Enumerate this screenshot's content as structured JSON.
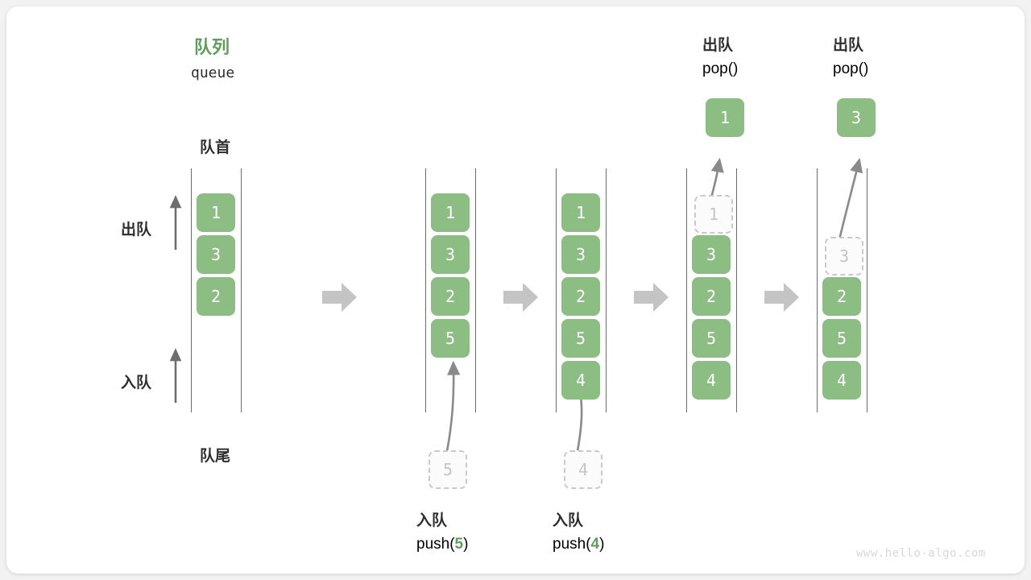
{
  "diagram": {
    "title_cn": "队列",
    "title_en": "queue",
    "head_label": "队首",
    "tail_label": "队尾",
    "dequeue_label": "出队",
    "enqueue_label": "入队",
    "watermark": "www.hello-algo.com",
    "colors": {
      "accent_green": "#8cbd82",
      "title_green": "#5f9d5a",
      "ghost_gray": "#c4c4c4",
      "rail_gray": "#4a4a4a",
      "arrow_gray": "#c4c4c4",
      "card_bg": "#ffffff",
      "page_bg": "#f2f2f2"
    },
    "steps": [
      {
        "id": "initial",
        "caption_cn": "",
        "caption_code": "",
        "cells": [
          {
            "value": "1",
            "state": "filled"
          },
          {
            "value": "3",
            "state": "filled"
          },
          {
            "value": "2",
            "state": "filled"
          }
        ],
        "incoming": null,
        "outgoing": null
      },
      {
        "id": "push-5",
        "caption_cn": "入队",
        "caption_code": "push(5)",
        "caption_arg": "5",
        "cells": [
          {
            "value": "1",
            "state": "filled"
          },
          {
            "value": "3",
            "state": "filled"
          },
          {
            "value": "2",
            "state": "filled"
          },
          {
            "value": "5",
            "state": "filled"
          }
        ],
        "incoming": {
          "value": "5",
          "state": "ghost"
        },
        "outgoing": null
      },
      {
        "id": "push-4",
        "caption_cn": "入队",
        "caption_code": "push(4)",
        "caption_arg": "4",
        "cells": [
          {
            "value": "1",
            "state": "filled"
          },
          {
            "value": "3",
            "state": "filled"
          },
          {
            "value": "2",
            "state": "filled"
          },
          {
            "value": "5",
            "state": "filled"
          },
          {
            "value": "4",
            "state": "filled"
          }
        ],
        "incoming": {
          "value": "4",
          "state": "ghost"
        },
        "outgoing": null
      },
      {
        "id": "pop-1",
        "caption_cn": "出队",
        "caption_code": "pop()",
        "cells": [
          {
            "value": "1",
            "state": "ghost"
          },
          {
            "value": "3",
            "state": "filled"
          },
          {
            "value": "2",
            "state": "filled"
          },
          {
            "value": "5",
            "state": "filled"
          },
          {
            "value": "4",
            "state": "filled"
          }
        ],
        "incoming": null,
        "outgoing": {
          "value": "1",
          "state": "filled"
        }
      },
      {
        "id": "pop-3",
        "caption_cn": "出队",
        "caption_code": "pop()",
        "cells": [
          {
            "value": "",
            "state": "empty"
          },
          {
            "value": "3",
            "state": "ghost"
          },
          {
            "value": "2",
            "state": "filled"
          },
          {
            "value": "5",
            "state": "filled"
          },
          {
            "value": "4",
            "state": "filled"
          }
        ],
        "incoming": null,
        "outgoing": {
          "value": "3",
          "state": "filled"
        }
      }
    ]
  }
}
